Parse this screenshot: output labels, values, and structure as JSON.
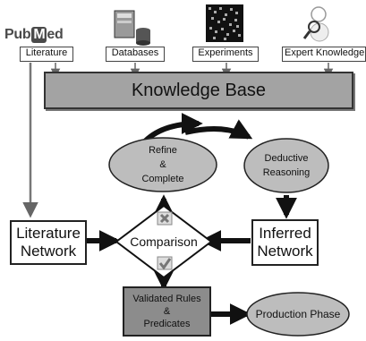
{
  "sources": {
    "pubmed_logo": "PubMed",
    "literature": "Literature",
    "databases": "Databases",
    "experiments": "Experiments",
    "expert_knowledge": "Expert Knowledge"
  },
  "knowledge_base": "Knowledge Base",
  "refine": [
    "Refine",
    "&",
    "Complete"
  ],
  "deductive": [
    "Deductive",
    "Reasoning"
  ],
  "literature_network": [
    "Literature",
    "Network"
  ],
  "comparison": "Comparison",
  "inferred_network": [
    "Inferred",
    "Network"
  ],
  "validated": [
    "Validated Rules",
    "&",
    "Predicates"
  ],
  "production": "Production Phase",
  "icons": {
    "reject": "x-mark-icon",
    "accept": "check-mark-icon",
    "database": "database-server-icon",
    "microarray": "microarray-icon",
    "expert": "magnifier-person-icon"
  }
}
